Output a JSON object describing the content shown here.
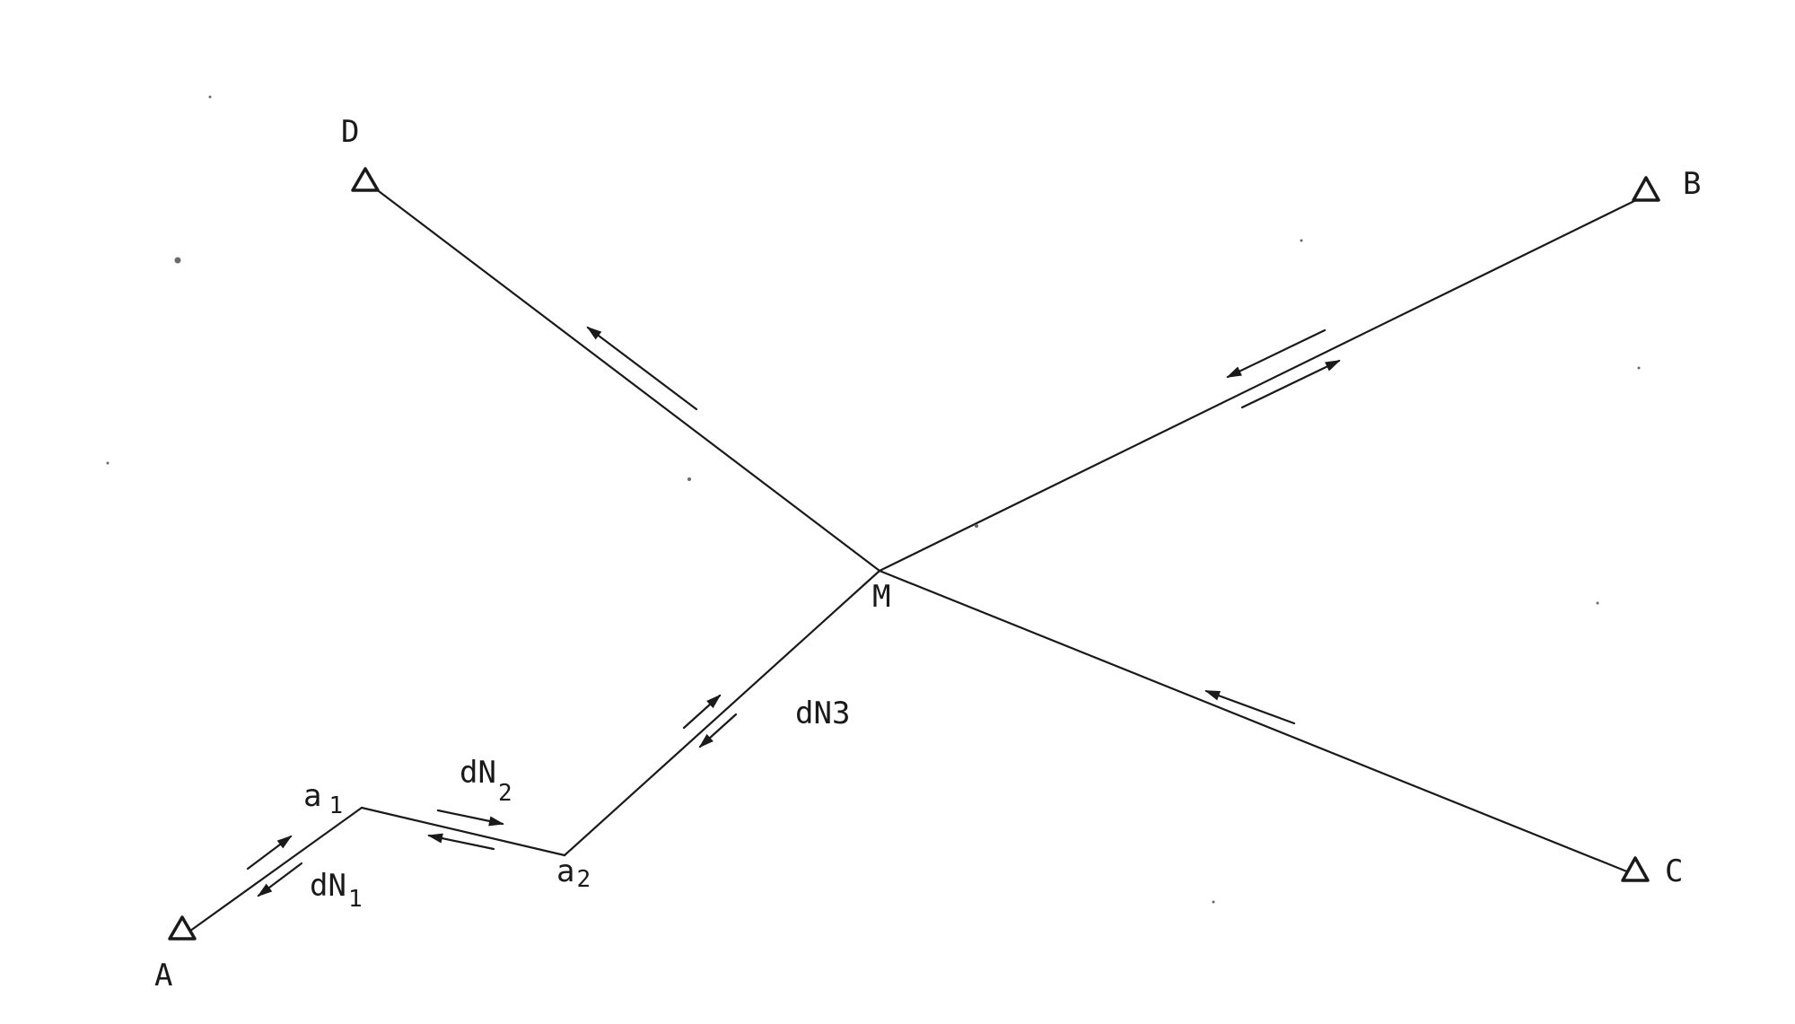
{
  "figure": {
    "stations": [
      {
        "id": "A",
        "label": "A"
      },
      {
        "id": "B",
        "label": "B"
      },
      {
        "id": "C",
        "label": "C"
      },
      {
        "id": "D",
        "label": "D"
      }
    ],
    "junction": {
      "id": "M",
      "label": "M"
    },
    "points": [
      {
        "id": "a1",
        "label": "a",
        "subscript": "1"
      },
      {
        "id": "a2",
        "label": "a",
        "subscript": "2"
      }
    ],
    "increments": [
      {
        "id": "dN1",
        "label": "dN",
        "subscript": "1"
      },
      {
        "id": "dN2",
        "label": "dN",
        "subscript": "2"
      },
      {
        "id": "dN3",
        "label": "dN3"
      }
    ],
    "edges": [
      {
        "from": "A",
        "to": "a1"
      },
      {
        "from": "a1",
        "to": "a2"
      },
      {
        "from": "a2",
        "to": "M"
      },
      {
        "from": "M",
        "to": "D"
      },
      {
        "from": "M",
        "to": "B"
      },
      {
        "from": "M",
        "to": "C"
      }
    ],
    "edge_arrows": [
      {
        "edge": "A-a1",
        "directions": [
          "toward a1",
          "toward A"
        ]
      },
      {
        "edge": "a1-a2",
        "directions": [
          "toward a2",
          "toward a1"
        ]
      },
      {
        "edge": "a2-M",
        "directions": [
          "toward M",
          "toward a2"
        ]
      },
      {
        "edge": "M-D",
        "directions": [
          "toward D"
        ]
      },
      {
        "edge": "M-B",
        "directions": [
          "toward M",
          "toward B"
        ]
      },
      {
        "edge": "M-C",
        "directions": [
          "toward M"
        ]
      }
    ]
  }
}
